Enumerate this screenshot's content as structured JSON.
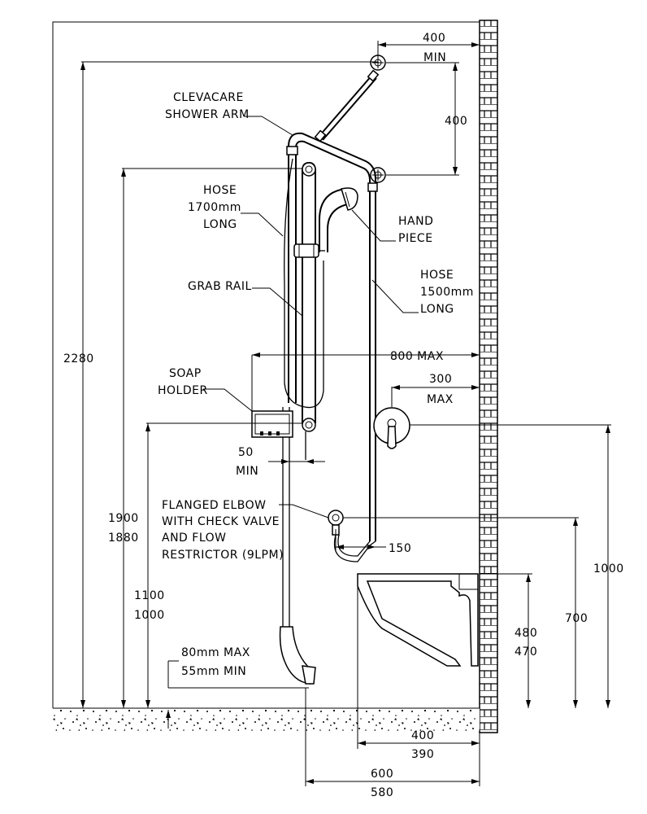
{
  "labels": {
    "shower_arm": [
      "CLEVACARE",
      "SHOWER ARM"
    ],
    "hose_1700": [
      "HOSE",
      "1700mm",
      "LONG"
    ],
    "hand_piece": [
      "HAND",
      "PIECE"
    ],
    "grab_rail": "GRAB RAIL",
    "hose_1500": [
      "HOSE",
      "1500mm",
      "LONG"
    ],
    "soap_holder": [
      "SOAP",
      "HOLDER"
    ],
    "flanged_elbow": [
      "FLANGED ELBOW",
      "WITH CHECK VALVE",
      "AND FLOW",
      "RESTRICTOR (9LPM)"
    ]
  },
  "dimensions": {
    "d400_min": [
      "400",
      "MIN"
    ],
    "d400": "400",
    "d2280": "2280",
    "d800_max": "800 MAX",
    "d300_max": [
      "300",
      "MAX"
    ],
    "d50_min": [
      "50",
      "MIN"
    ],
    "d1900_1880": [
      "1900",
      "1880"
    ],
    "d1100_1000": [
      "1100",
      "1000"
    ],
    "d150": "150",
    "d1000": "1000",
    "d700": "700",
    "d480_470": [
      "480",
      "470"
    ],
    "d80_55": [
      "80mm MAX",
      "55mm MIN"
    ],
    "d400_390": [
      "400",
      "390"
    ],
    "d600_580": [
      "600",
      "580"
    ]
  }
}
